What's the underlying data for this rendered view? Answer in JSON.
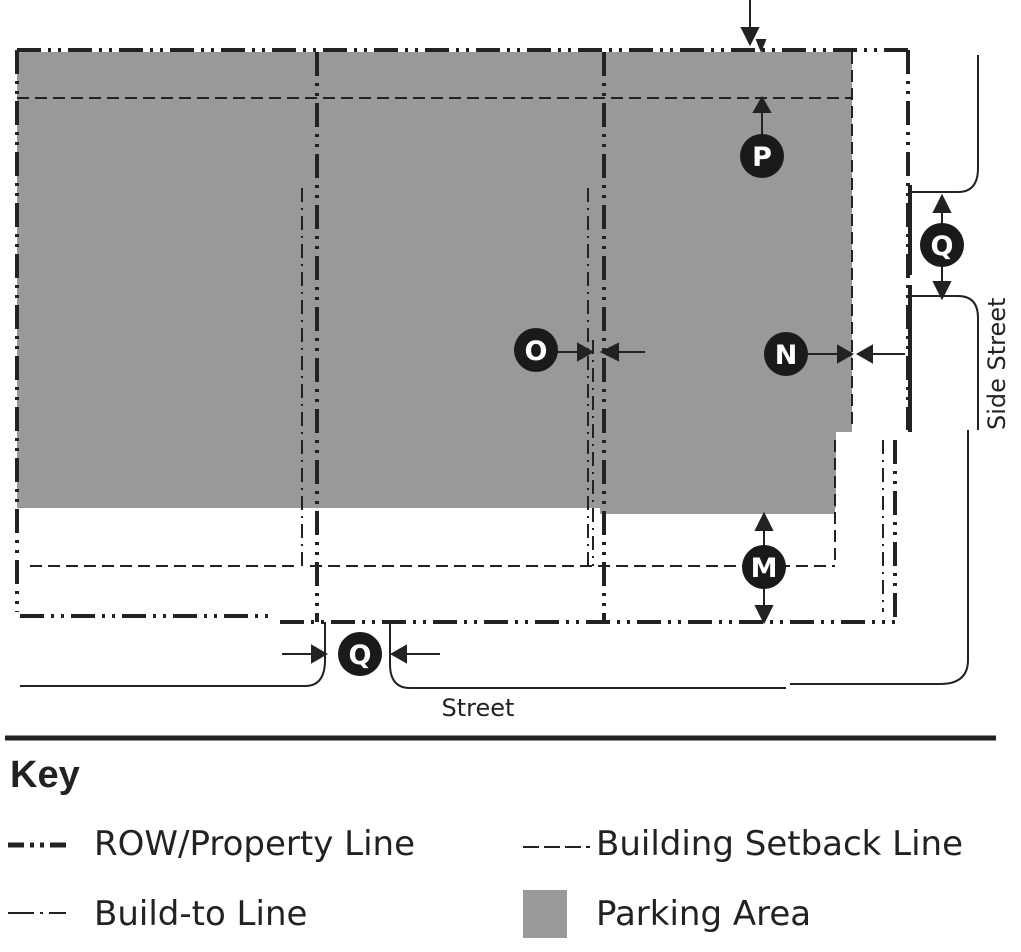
{
  "labels": {
    "P": "P",
    "Q_side": "Q",
    "O": "O",
    "N": "N",
    "M": "M",
    "Q_front": "Q"
  },
  "streets": {
    "side": "Side Street",
    "front": "Street"
  },
  "key": {
    "title": "Key",
    "items": [
      {
        "symbol": "row-property-line-icon",
        "label": "ROW/Property Line"
      },
      {
        "symbol": "building-setback-line-icon",
        "label": "Building Setback Line"
      },
      {
        "symbol": "build-to-line-icon",
        "label": "Build-to Line"
      },
      {
        "symbol": "parking-area-swatch",
        "label": "Parking Area"
      }
    ]
  },
  "colors": {
    "parking": "#999999",
    "line": "#222222",
    "marker_fill": "#1a1a1a"
  }
}
